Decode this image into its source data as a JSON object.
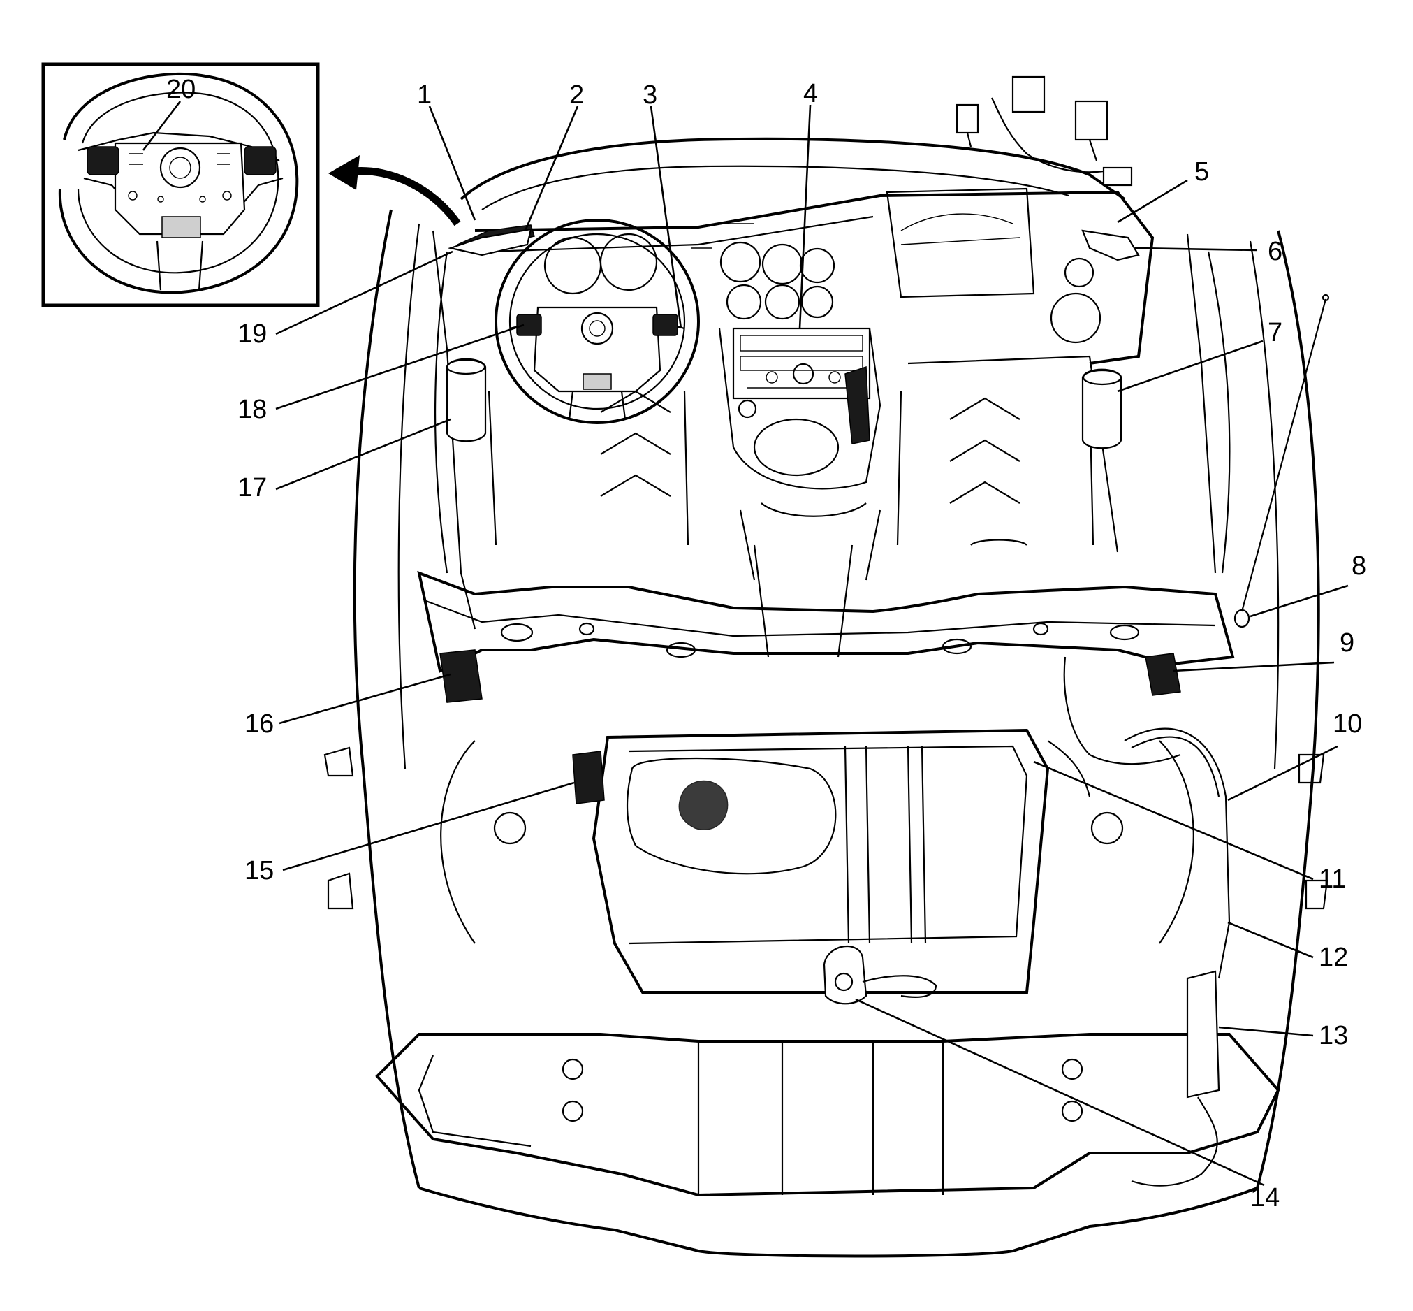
{
  "callouts": [
    {
      "id": "1",
      "text": "1"
    },
    {
      "id": "2",
      "text": "2"
    },
    {
      "id": "3",
      "text": "3"
    },
    {
      "id": "4",
      "text": "4"
    },
    {
      "id": "5",
      "text": "5"
    },
    {
      "id": "6",
      "text": "6"
    },
    {
      "id": "7",
      "text": "7"
    },
    {
      "id": "8",
      "text": "8"
    },
    {
      "id": "9",
      "text": "9"
    },
    {
      "id": "10",
      "text": "10"
    },
    {
      "id": "11",
      "text": "11"
    },
    {
      "id": "12",
      "text": "12"
    },
    {
      "id": "13",
      "text": "13"
    },
    {
      "id": "14",
      "text": "14"
    },
    {
      "id": "15",
      "text": "15"
    },
    {
      "id": "16",
      "text": "16"
    },
    {
      "id": "17",
      "text": "17"
    },
    {
      "id": "18",
      "text": "18"
    },
    {
      "id": "19",
      "text": "19"
    },
    {
      "id": "20",
      "text": "20"
    }
  ],
  "colors": {
    "line": "#000000",
    "background": "#ffffff"
  }
}
